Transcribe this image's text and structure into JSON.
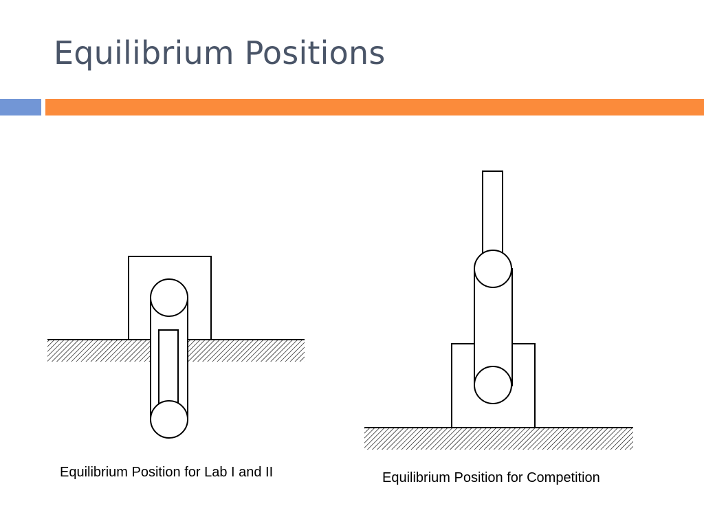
{
  "slide": {
    "title": "Equilibrium Positions",
    "accent_colors": {
      "left_bar": "#7296d6",
      "right_bar": "#fb8b3b",
      "title": "#4a5568"
    }
  },
  "diagrams": [
    {
      "id": "lab",
      "caption": "Equilibrium Position for Lab I and II"
    },
    {
      "id": "competition",
      "caption": "Equilibrium Position for Competition"
    }
  ]
}
